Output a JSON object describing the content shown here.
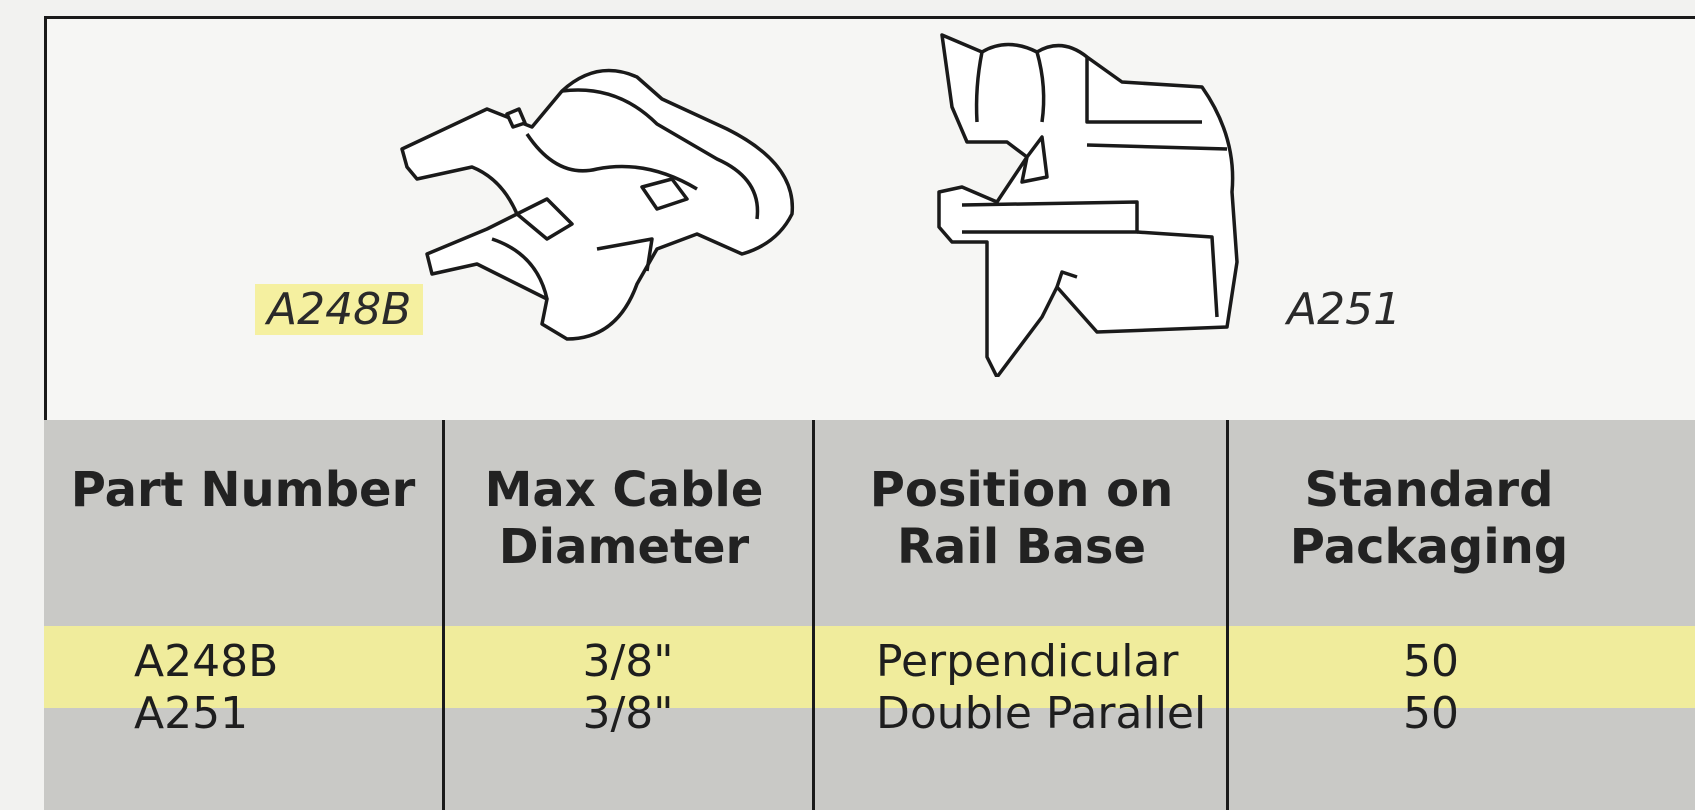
{
  "diagram": {
    "left_part": {
      "label": "A248B",
      "icon": "a248b-clip-drawing"
    },
    "right_part": {
      "label": "A251",
      "icon": "a251-clip-drawing"
    }
  },
  "table": {
    "headers": [
      "Part Number",
      "Max Cable Diameter",
      "Position on Rail Base",
      "Standard Packaging"
    ],
    "rows": [
      [
        "A248B",
        "3/8\"",
        "Perpendicular",
        "50"
      ],
      [
        "A251",
        "3/8\"",
        "Double Parallel",
        "50"
      ]
    ],
    "highlighted_row": 0,
    "highlight_color": "#f2ee9a"
  }
}
